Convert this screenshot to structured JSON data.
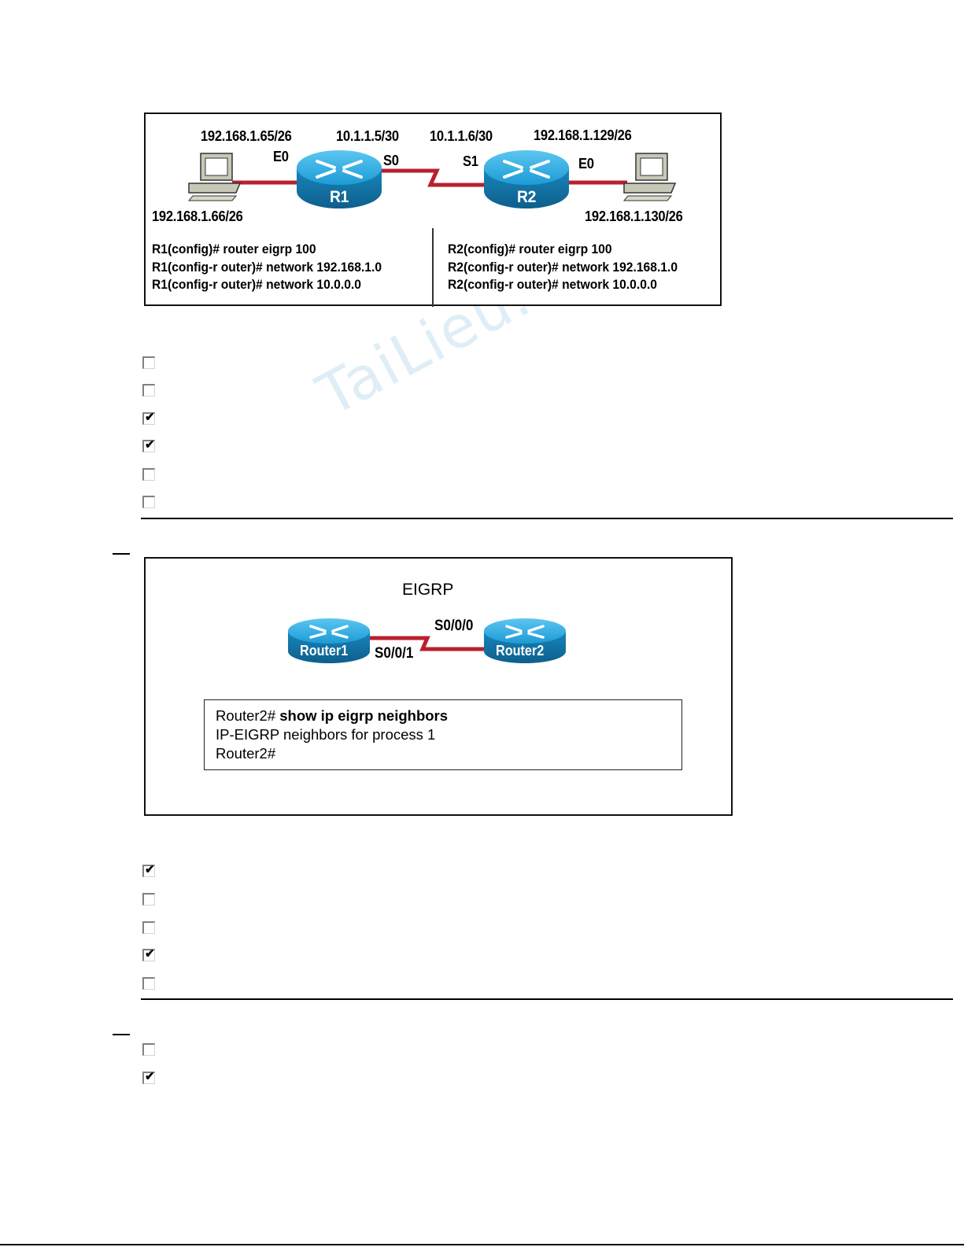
{
  "exhibit1": {
    "r1": {
      "name": "R1",
      "e0_ip": "192.168.1.65/26",
      "e0_label": "E0",
      "s0_ip": "10.1.1.5/30",
      "s0_label": "S0",
      "host_ip": "192.168.1.66/26",
      "config": [
        "R1(config)# router eigrp 100",
        "R1(config-r outer)# network 192.168.1.0",
        "R1(config-r outer)# network 10.0.0.0"
      ]
    },
    "r2": {
      "name": "R2",
      "s1_ip": "10.1.1.6/30",
      "s1_label": "S1",
      "e0_ip": "192.168.1.129/26",
      "e0_label": "E0",
      "host_ip": "192.168.1.130/26",
      "config": [
        "R2(config)# router eigrp 100",
        "R2(config-r outer)# network 192.168.1.0",
        "R2(config-r outer)# network 10.0.0.0"
      ]
    }
  },
  "question1": {
    "options": [
      {
        "checked": false
      },
      {
        "checked": false
      },
      {
        "checked": true
      },
      {
        "checked": true
      },
      {
        "checked": false
      },
      {
        "checked": false
      }
    ]
  },
  "exhibit2": {
    "title": "EIGRP",
    "router1": "Router1",
    "router2": "Router2",
    "router1_if": "S0/0/1",
    "router2_if": "S0/0/0",
    "console": {
      "prompt1": "Router2#",
      "command": " show ip eigrp neighbors",
      "output": "IP-EIGRP neighbors for process 1",
      "prompt2": "Router2#"
    }
  },
  "question2": {
    "options": [
      {
        "checked": true
      },
      {
        "checked": false
      },
      {
        "checked": false
      },
      {
        "checked": true
      },
      {
        "checked": false
      }
    ]
  },
  "question3": {
    "options": [
      {
        "checked": false
      },
      {
        "checked": true
      }
    ]
  },
  "watermark": "TaiLieu.vn",
  "colors": {
    "router_top": "#2aa8dc",
    "router_side": "#1476a8",
    "link": "#b8202e"
  }
}
